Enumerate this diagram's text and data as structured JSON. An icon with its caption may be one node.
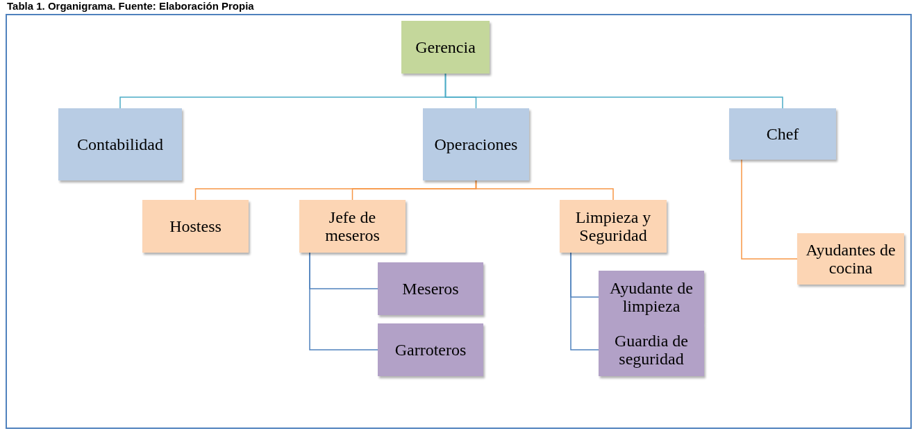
{
  "diagram": {
    "title": "Tabla 1. Organigrama. Fuente: Elaboración Propia",
    "nodes": [
      {
        "text": [
          "Gerencia"
        ]
      },
      {
        "text": [
          "Contabilidad"
        ]
      },
      {
        "text": [
          "Operaciones"
        ]
      },
      {
        "text": [
          "Chef"
        ]
      },
      {
        "text": [
          "Hostess"
        ]
      },
      {
        "text": [
          "Jefe de meseros"
        ]
      },
      {
        "text": [
          "Limpieza y Seguridad"
        ]
      },
      {
        "text": [
          "Ayudantes de cocina"
        ]
      },
      {
        "text": [
          "Meseros"
        ]
      },
      {
        "text": [
          "Garroteros"
        ]
      },
      {
        "text": [
          "Ayudante de limpieza"
        ]
      },
      {
        "text": [
          "Guardia de seguridad"
        ]
      }
    ],
    "edges": [
      {
        "from": 0,
        "to": 1,
        "arrow": "none",
        "color": "#4bacc6"
      },
      {
        "from": 0,
        "to": 2,
        "arrow": "none",
        "color": "#4bacc6"
      },
      {
        "from": 0,
        "to": 3,
        "arrow": "none",
        "color": "#4bacc6"
      },
      {
        "from": 2,
        "to": 4,
        "arrow": "none",
        "color": "#f79646"
      },
      {
        "from": 2,
        "to": 5,
        "arrow": "none",
        "color": "#f79646"
      },
      {
        "from": 2,
        "to": 6,
        "arrow": "none",
        "color": "#f79646"
      },
      {
        "from": 3,
        "to": 7,
        "arrow": "none",
        "color": "#f79646"
      },
      {
        "from": 5,
        "to": 8,
        "arrow": "none",
        "color": "#4f81bd"
      },
      {
        "from": 5,
        "to": 9,
        "arrow": "none",
        "color": "#4f81bd"
      },
      {
        "from": 6,
        "to": 10,
        "arrow": "none",
        "color": "#4f81bd"
      },
      {
        "from": 6,
        "to": 11,
        "arrow": "none",
        "color": "#4f81bd"
      }
    ]
  }
}
